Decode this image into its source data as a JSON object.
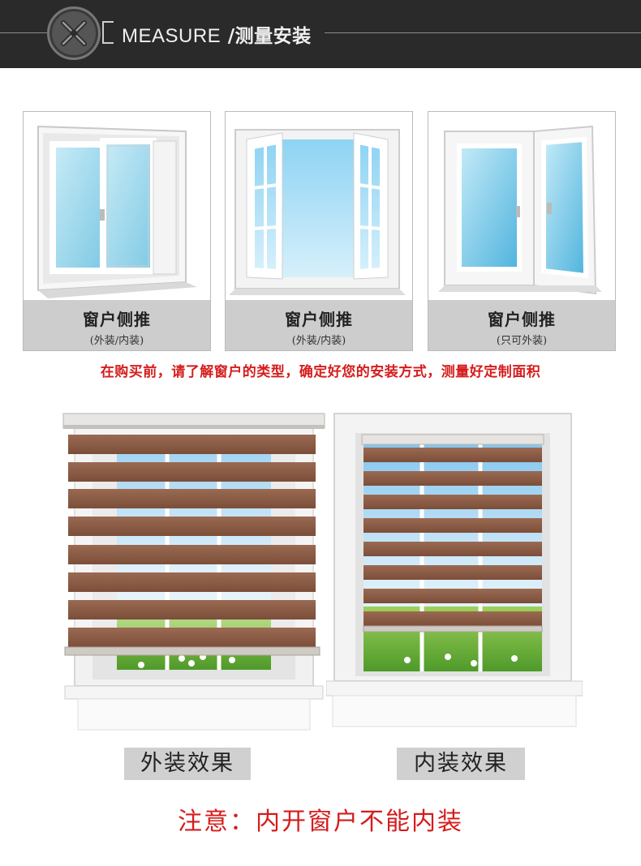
{
  "header": {
    "title_en": "MEASURE",
    "title_cn": " /测量安装",
    "badge_icon": "tools-icon",
    "background": "#2a2a2a"
  },
  "cards": [
    {
      "title": "窗户侧推",
      "subtitle": "(外装/内装)",
      "image": "sliding-window"
    },
    {
      "title": "窗户侧推",
      "subtitle": "(外装/内装)",
      "image": "outward-casement-window"
    },
    {
      "title": "窗户侧推",
      "subtitle": "(只可外装)",
      "image": "inward-casement-window"
    }
  ],
  "note": "在购买前，请了解窗户的类型，确定好您的安装方式，测量好定制面积",
  "illustrations": [
    {
      "label": "外装效果",
      "image": "outside-mount-zebra-blind"
    },
    {
      "label": "内装效果",
      "image": "inside-mount-zebra-blind"
    }
  ],
  "warning": "注意：内开窗户不能内装",
  "colors": {
    "accent_red": "#d51c1c",
    "blind_brown": "#8a5a44",
    "caption_gray": "#cdcdcd",
    "sky_blue": "#9fd6f2"
  }
}
